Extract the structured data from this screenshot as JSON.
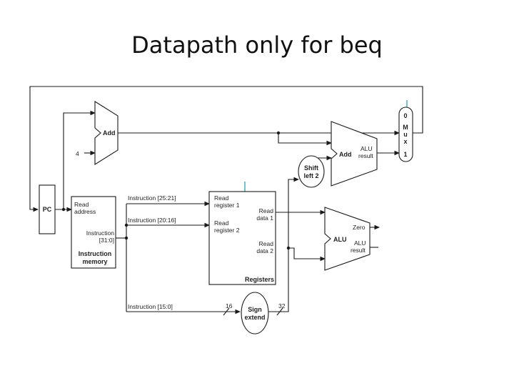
{
  "title": "Datapath only for beq",
  "pc": {
    "label": "PC"
  },
  "adder_pc": {
    "label": "Add",
    "constant": "4"
  },
  "adder_branch": {
    "label": "Add",
    "result_line1": "ALU",
    "result_line2": "result"
  },
  "shift_left": {
    "line1": "Shift",
    "line2": "left 2"
  },
  "mux": {
    "input0": "0",
    "letters": [
      "M",
      "u",
      "x"
    ],
    "input1": "1"
  },
  "instruction_memory": {
    "read_address_line1": "Read",
    "read_address_line2": "address",
    "instruction_line1": "Instruction",
    "instruction_line2": "[31:0]",
    "name_line1": "Instruction",
    "name_line2": "memory"
  },
  "buses": {
    "rs": "Instruction [25:21]",
    "rt": "Instruction [20:16]",
    "imm": "Instruction [15:0]",
    "width_in": "16",
    "width_out": "32"
  },
  "registers": {
    "read_reg1_line1": "Read",
    "read_reg1_line2": "register 1",
    "read_reg2_line1": "Read",
    "read_reg2_line2": "register 2",
    "read_data1_line1": "Read",
    "read_data1_line2": "data 1",
    "read_data2_line1": "Read",
    "read_data2_line2": "data 2",
    "name": "Registers"
  },
  "alu": {
    "label": "ALU",
    "zero": "Zero",
    "result_line1": "ALU",
    "result_line2": "result"
  },
  "sign_extend": {
    "line1": "Sign",
    "line2": "extend"
  }
}
